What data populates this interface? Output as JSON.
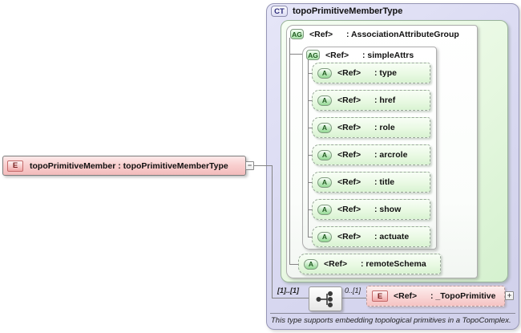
{
  "element": {
    "badge": "E",
    "label": "topoPrimitiveMember : topoPrimitiveMemberType",
    "collapse_glyph": "−"
  },
  "ct": {
    "badge": "CT",
    "title": "topoPrimitiveMemberType",
    "footer": "This type supports embedding topological primitives in a TopoComplex."
  },
  "assoc_group": {
    "badge": "AG",
    "ref": "<Ref>",
    "name": ": AssociationAttributeGroup"
  },
  "simple_attrs": {
    "badge": "AG",
    "ref": "<Ref>",
    "name": ": simpleAttrs"
  },
  "attributes": [
    {
      "badge": "A",
      "ref": "<Ref>",
      "name": ": type"
    },
    {
      "badge": "A",
      "ref": "<Ref>",
      "name": ": href"
    },
    {
      "badge": "A",
      "ref": "<Ref>",
      "name": ": role"
    },
    {
      "badge": "A",
      "ref": "<Ref>",
      "name": ": arcrole"
    },
    {
      "badge": "A",
      "ref": "<Ref>",
      "name": ": title"
    },
    {
      "badge": "A",
      "ref": "<Ref>",
      "name": ": show"
    },
    {
      "badge": "A",
      "ref": "<Ref>",
      "name": ": actuate"
    }
  ],
  "remote_schema": {
    "badge": "A",
    "ref": "<Ref>",
    "name": ": remoteSchema"
  },
  "sequence": {
    "cardinality_left": "[1]..[1]",
    "cardinality_right": "0..[1]",
    "icon": "sequence-icon"
  },
  "topo_primitive": {
    "badge": "E",
    "ref": "<Ref>",
    "name": ": _TopoPrimitive",
    "expand_glyph": "+"
  },
  "colors": {
    "element_fill": "#f3bbbb",
    "complex_type_fill": "#d8d8f0",
    "attribute_fill": "#e3f7de",
    "badge_green": "#93d893",
    "badge_pink": "#f0a6a6",
    "connector_line": "#848484"
  }
}
